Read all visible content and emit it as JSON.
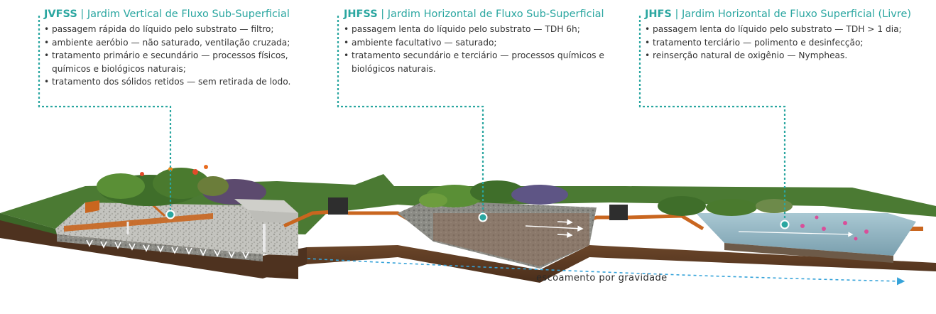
{
  "panels": [
    {
      "code": "JVFSS",
      "name": "Jardim Vertical de Fluxo Sub-Superficial",
      "items": [
        "passagem rápida do líquido pelo substrato — filtro;",
        "ambiente aeróbio — não saturado, ventilação cruzada;",
        "tratamento primário e secundário — processos físicos, químicos e biológicos naturais;",
        "tratamento dos sólidos retidos — sem retirada de lodo."
      ]
    },
    {
      "code": "JHFSS",
      "name": "Jardim Horizontal de Fluxo Sub-Superficial",
      "items": [
        "passagem lenta do líquido pelo substrato — TDH 6h;",
        "ambiente facultativo — saturado;",
        "tratamento secundário e terciário — processos químicos e biológicos naturais."
      ]
    },
    {
      "code": "JHFS",
      "name": "Jardim Horizontal de Fluxo Superficial (Livre)",
      "items": [
        "passagem lenta do líquido pelo substrato — TDH > 1 dia;",
        "tratamento terciário — polimento e desinfecção;",
        "reinserção natural de oxigênio — Nympheas."
      ]
    }
  ],
  "flow_label": "escoamento por gravidade",
  "colors": {
    "accent": "#2aa6a0",
    "grass": "#4b7a33",
    "soil": "#5d3b24",
    "pipe": "#c9661f",
    "gravel": "#b9b9b4",
    "water": "#8fb5c4",
    "flow_arrow": "#36a3d9"
  }
}
